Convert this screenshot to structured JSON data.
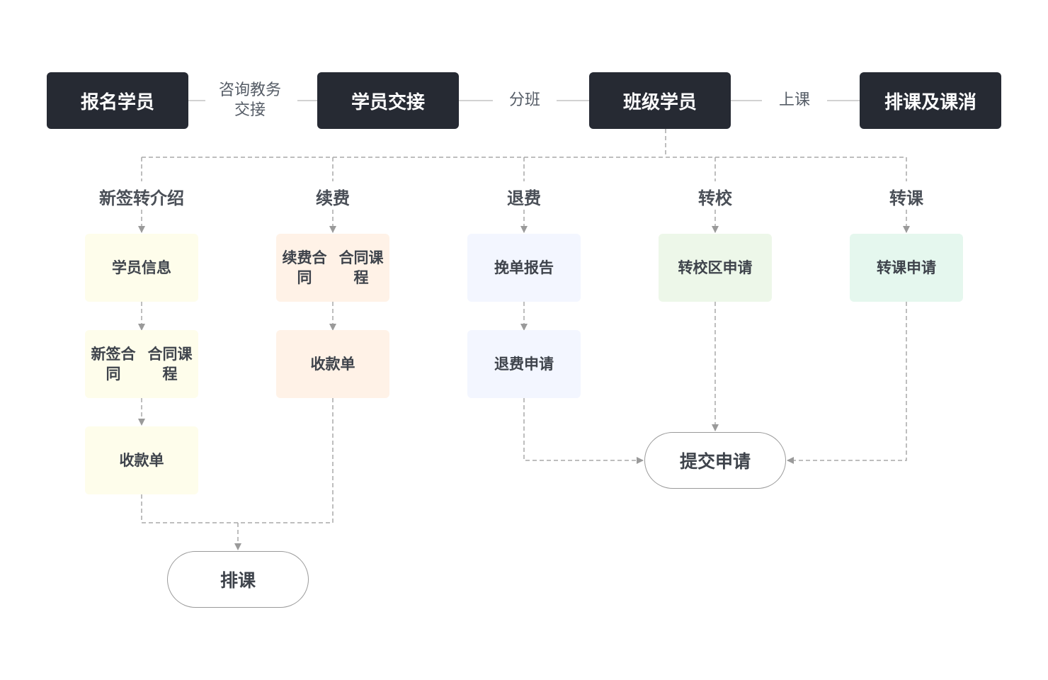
{
  "colors": {
    "dark_node": "#262a33",
    "line": "#9a9a9a",
    "yellow_card": "#fefdeb",
    "orange_card": "#fff2e7",
    "blue_card": "#f3f6ff",
    "green_card": "#edf7e9",
    "mint_card": "#e5f7ee"
  },
  "top_flow": {
    "nodes": [
      "报名学员",
      "学员交接",
      "班级学员",
      "排课及课消"
    ],
    "connectors": [
      {
        "line1": "咨询教务",
        "line2": "交接"
      },
      {
        "line1": "分班",
        "line2": ""
      },
      {
        "line1": "上课",
        "line2": ""
      }
    ]
  },
  "branches": [
    {
      "label": "新签转介绍",
      "cards": [
        {
          "line1": "学员信息",
          "line2": ""
        },
        {
          "line1": "新签合同",
          "line2": "合同课程"
        },
        {
          "line1": "收款单",
          "line2": ""
        }
      ]
    },
    {
      "label": "续费",
      "cards": [
        {
          "line1": "续费合同",
          "line2": "合同课程"
        },
        {
          "line1": "收款单",
          "line2": ""
        }
      ]
    },
    {
      "label": "退费",
      "cards": [
        {
          "line1": "挽单报告",
          "line2": ""
        },
        {
          "line1": "退费申请",
          "line2": ""
        }
      ]
    },
    {
      "label": "转校",
      "cards": [
        {
          "line1": "转校区申请",
          "line2": ""
        }
      ]
    },
    {
      "label": "转课",
      "cards": [
        {
          "line1": "转课申请",
          "line2": ""
        }
      ]
    }
  ],
  "endpoints": {
    "schedule": "排课",
    "submit": "提交申请"
  }
}
